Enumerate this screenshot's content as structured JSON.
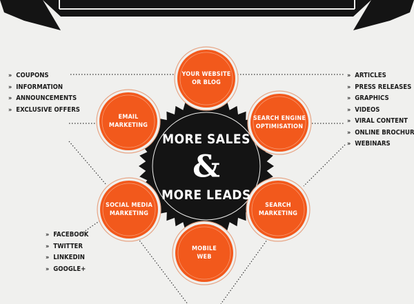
{
  "center": {
    "line1": "MORE SALES",
    "ampersand": "&",
    "line2": "MORE LEADS"
  },
  "nodes": [
    {
      "id": "website",
      "lines": [
        "YOUR WEBSITE",
        "OR BLOG"
      ]
    },
    {
      "id": "seo",
      "lines": [
        "SEARCH ENGINE",
        "OPTIMISATION"
      ]
    },
    {
      "id": "search-marketing",
      "lines": [
        "SEARCH",
        "MARKETING"
      ]
    },
    {
      "id": "mobile-web",
      "lines": [
        "MOBILE",
        "WEB"
      ]
    },
    {
      "id": "social-media",
      "lines": [
        "SOCIAL MEDIA",
        "MARKETING"
      ]
    },
    {
      "id": "email",
      "lines": [
        "EMAIL",
        "MARKETING"
      ]
    }
  ],
  "lists": {
    "left_top": [
      "COUPONS",
      "INFORMATION",
      "ANNOUNCEMENTS",
      "EXCLUSIVE OFFERS"
    ],
    "right_top": [
      "ARTICLES",
      "PRESS RELEASES",
      "GRAPHICS",
      "VIDEOS",
      "VIRAL CONTENT",
      "ONLINE BROCHURES",
      "WEBINARS"
    ],
    "left_bottom": [
      "FACEBOOK",
      "TWITTER",
      "LINKEDIN",
      "GOOGLE+"
    ]
  },
  "bullet": "»",
  "colors": {
    "background": "#f0f0ee",
    "orange": "#f2591c",
    "ring": "#e7a585",
    "dark": "#141414"
  }
}
